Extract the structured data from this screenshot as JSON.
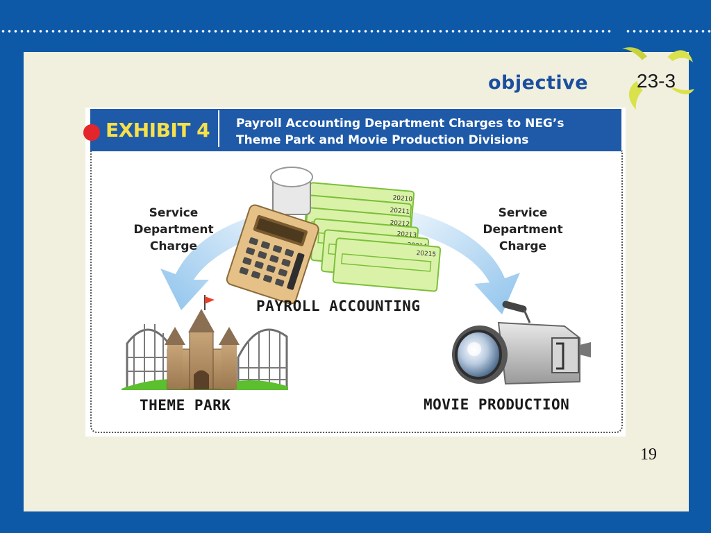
{
  "slide": {
    "objective_label": "objective",
    "objective_number": "23-3",
    "page_number": "19"
  },
  "exhibit": {
    "label": "EXHIBIT 4",
    "title": "Payroll Accounting Department Charges to NEG’s\nTheme Park and Movie Production Divisions"
  },
  "diagram": {
    "left_arrow_label": "Service\nDepartment\nCharge",
    "right_arrow_label": "Service\nDepartment\nCharge",
    "center_label": "PAYROLL ACCOUNTING",
    "left_target_label": "THEME PARK",
    "right_target_label": "MOVIE PRODUCTION",
    "check_numbers": [
      "20210",
      "20211",
      "20212",
      "20213",
      "20214",
      "20215"
    ]
  },
  "colors": {
    "frame_blue": "#0d59a8",
    "slide_background": "#f1efde",
    "header_blue": "#1f5aa8",
    "exhibit_yellow": "#f6e14a",
    "exhibit_red": "#e3262b",
    "arrow_blue": "#a9d1f1",
    "check_green": "#d9f2a8"
  }
}
